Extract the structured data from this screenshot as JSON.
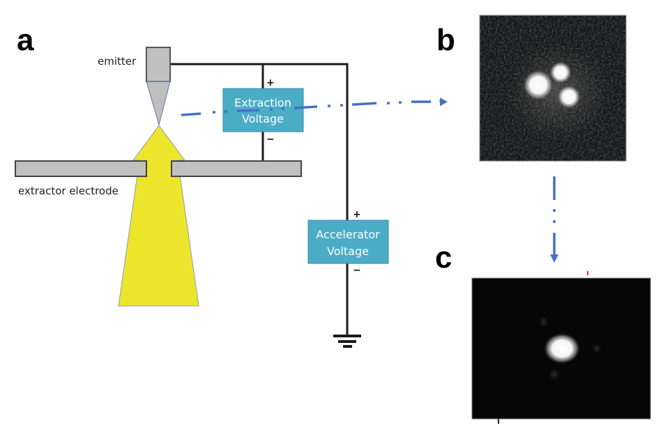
{
  "panels": {
    "a": {
      "label": "a"
    },
    "b": {
      "label": "b"
    },
    "c": {
      "label": "c"
    }
  },
  "diagram": {
    "emitter_label": "emitter",
    "electrode_label": "extractor electrode",
    "extraction_box": {
      "line1": "Extraction",
      "line2": "Voltage",
      "plus": "+",
      "minus": "−"
    },
    "accelerator_box": {
      "line1": "Accelerator",
      "line2": "Voltage",
      "plus": "+",
      "minus": "−"
    },
    "ground_symbol": "ground-icon"
  },
  "colors": {
    "box_fill": "#4bacc6",
    "beam_fill": "#ede52c",
    "electrode_fill": "#c0c0c0",
    "arrow_blue": "#4472c4",
    "wire": "#1a1a1a",
    "image_bg": "#121314"
  },
  "images": {
    "b": {
      "description": "dark square image with three bright spots on noisy background"
    },
    "c": {
      "description": "dark rectangular image with a single bright spot"
    }
  }
}
